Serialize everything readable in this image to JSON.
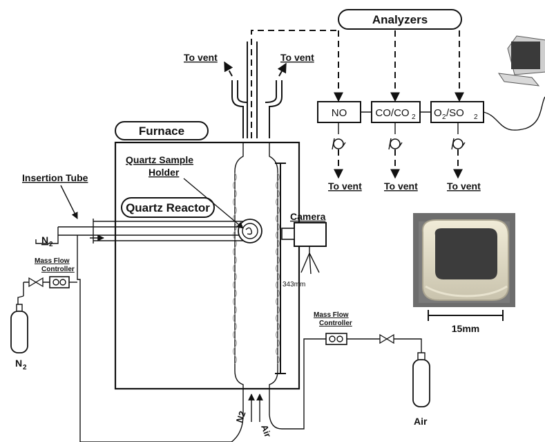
{
  "labels": {
    "analyzers": "Analyzers",
    "to_vent": "To vent",
    "furnace": "Furnace",
    "quartz_sample_holder_1": "Quartz Sample",
    "quartz_sample_holder_2": "Holder",
    "insertion_tube": "Insertion Tube",
    "quartz_reactor": "Quartz Reactor",
    "camera": "Camera",
    "n2_inlet": "N",
    "n2_sub": "2",
    "mfc_line1": "Mass Flow",
    "mfc_line2": "Controller",
    "height": "343mm",
    "n2_cylinder": "N",
    "n2_cylinder_sub": "2",
    "air_cylinder": "Air",
    "scale": "15mm",
    "bottom_n2": "N2",
    "bottom_air": "Air"
  },
  "analyzers": {
    "no": "NO",
    "co": "CO/CO",
    "co_sub": "2",
    "o2_part1": "O",
    "o2_sub": "2",
    "o2_part2": "/SO",
    "so2_sub": "2"
  },
  "colors": {
    "line": "#111111",
    "photo_bg": "#6d6d6d",
    "computer_screen": "#3a3a3a"
  }
}
